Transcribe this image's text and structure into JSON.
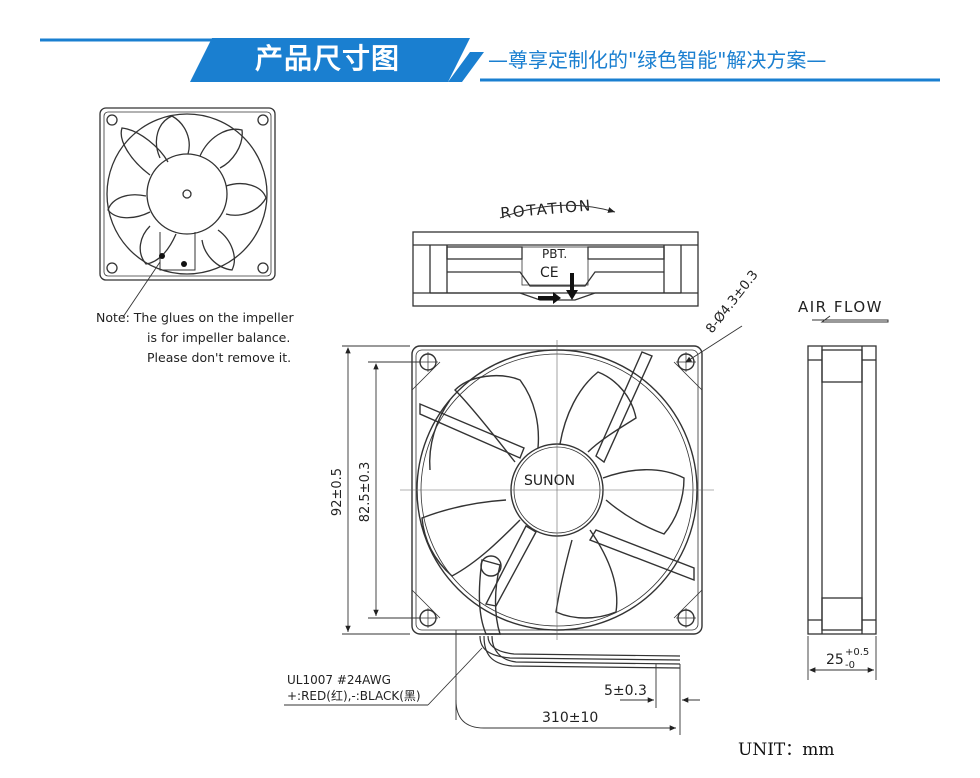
{
  "header": {
    "title": "产品尺寸图",
    "subtitle": "—尊享定制化的\"绿色智能\"解决方案—",
    "accent_color": "#1a7fd0"
  },
  "note": {
    "line1": "Note:  The glues on the impeller",
    "line2": "is for impeller balance.",
    "line3": "Please don't remove it."
  },
  "labels": {
    "rotation": "ROTATION",
    "air_flow": "AIR FLOW",
    "pbt": "PBT.",
    "ce_mark": "CE",
    "brand": "SUNON",
    "holes": "8-Ø4.3±0.3",
    "overall_size": "92±0.5",
    "hole_pitch": "82.5±0.3",
    "thickness_base": "25",
    "thickness_plus": "+0.5",
    "thickness_minus": "-0",
    "wire_spec": "UL1007  #24AWG",
    "wire_colors": "+:RED(红),-:BLACK(黑)",
    "strip_length": "5±0.3",
    "lead_length": "310±10",
    "unit": "UNIT：mm"
  }
}
